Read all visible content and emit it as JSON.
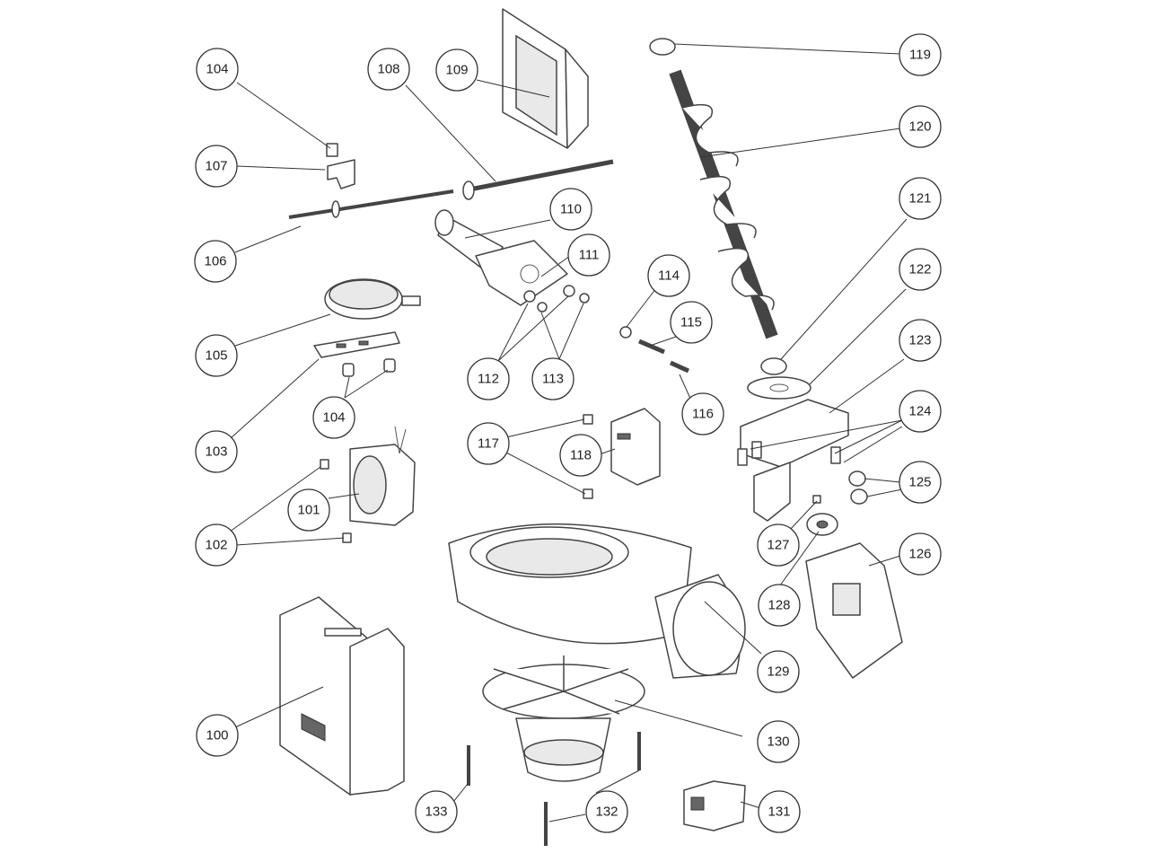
{
  "diagram": {
    "callouts": [
      {
        "id": "c100",
        "label": "100"
      },
      {
        "id": "c101",
        "label": "101"
      },
      {
        "id": "c102",
        "label": "102"
      },
      {
        "id": "c103",
        "label": "103"
      },
      {
        "id": "c104a",
        "label": "104"
      },
      {
        "id": "c104b",
        "label": "104"
      },
      {
        "id": "c105",
        "label": "105"
      },
      {
        "id": "c106",
        "label": "106"
      },
      {
        "id": "c107",
        "label": "107"
      },
      {
        "id": "c108",
        "label": "108"
      },
      {
        "id": "c109",
        "label": "109"
      },
      {
        "id": "c110",
        "label": "110"
      },
      {
        "id": "c111",
        "label": "111"
      },
      {
        "id": "c112",
        "label": "112"
      },
      {
        "id": "c113",
        "label": "113"
      },
      {
        "id": "c114",
        "label": "114"
      },
      {
        "id": "c115",
        "label": "115"
      },
      {
        "id": "c116",
        "label": "116"
      },
      {
        "id": "c117",
        "label": "117"
      },
      {
        "id": "c118",
        "label": "118"
      },
      {
        "id": "c119",
        "label": "119"
      },
      {
        "id": "c120",
        "label": "120"
      },
      {
        "id": "c121",
        "label": "121"
      },
      {
        "id": "c122",
        "label": "122"
      },
      {
        "id": "c123",
        "label": "123"
      },
      {
        "id": "c124",
        "label": "124"
      },
      {
        "id": "c125",
        "label": "125"
      },
      {
        "id": "c126",
        "label": "126"
      },
      {
        "id": "c127",
        "label": "127"
      },
      {
        "id": "c128",
        "label": "128"
      },
      {
        "id": "c129",
        "label": "129"
      },
      {
        "id": "c130",
        "label": "130"
      },
      {
        "id": "c131",
        "label": "131"
      },
      {
        "id": "c132",
        "label": "132"
      },
      {
        "id": "c133",
        "label": "133"
      }
    ]
  }
}
